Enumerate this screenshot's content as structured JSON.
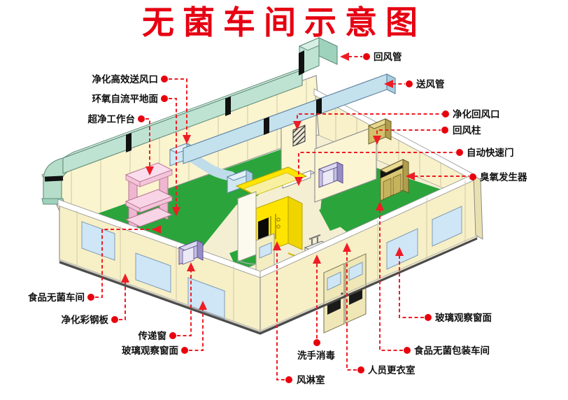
{
  "title": "无菌车间示意图",
  "labels": {
    "return_air_duct": "回风管",
    "supply_air_duct": "送风管",
    "purified_return_air_inlet": "净化回风口",
    "return_air_column": "回风柱",
    "automatic_quick_door": "自动快速门",
    "ozone_generator": "臭氧发生器",
    "hepa_air_supply_outlet": "净化高效送风口",
    "epoxy_self_leveling_floor": "环氧自流平地面",
    "ultra_clean_workbench": "超净工作台",
    "food_sterile_workshop": "食品无菌车间",
    "purification_color_steel_panel": "净化彩钢板",
    "transfer_window": "传递窗",
    "glass_observation_window_left": "玻璃观察窗面",
    "air_shower_room": "风淋室",
    "hand_washing_disinfection": "洗手消毒",
    "personnel_changing_room": "人员更衣室",
    "food_sterile_packaging_workshop": "食品无菌包装车间",
    "glass_observation_window_right": "玻璃观察窗面"
  },
  "colors": {
    "title_red": "#e60012",
    "leader_red": "#ee1c24",
    "wall_cream": "#faf4cf",
    "floor_green": "#2ba53b",
    "return_duct_green": "#bfe3d2",
    "supply_duct_blue": "#c4e1ee",
    "window_blue": "#cfe6f6",
    "workbench_pink": "#f4c4da",
    "air_shower_yellow": "#ffe400",
    "transfer_box_purple": "#c6bfe2",
    "cabinet_tan": "#d8c66e"
  }
}
